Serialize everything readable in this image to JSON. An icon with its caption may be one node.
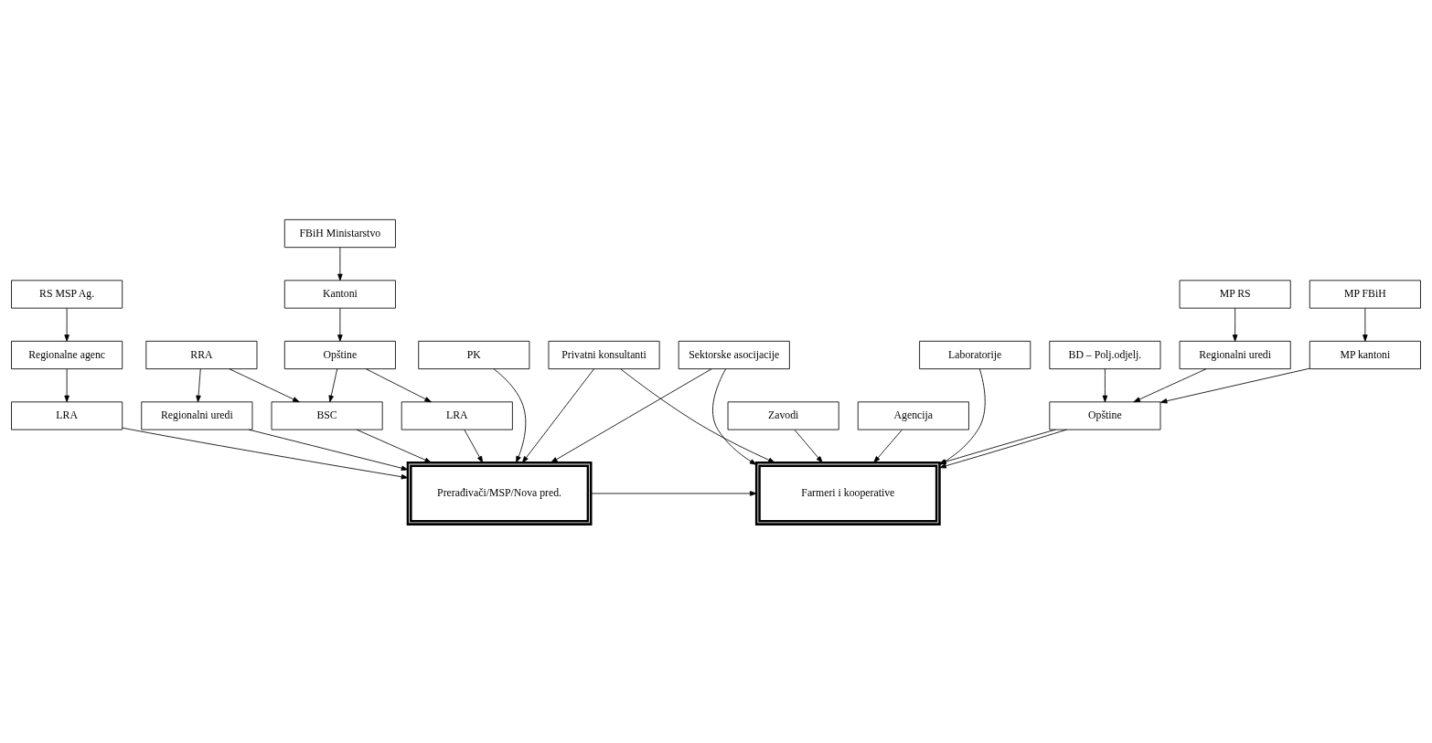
{
  "diagram": {
    "nodes": [
      {
        "text": [
          "MP FBiH"
        ]
      },
      {
        "text": [
          "MP RS"
        ]
      },
      {
        "text": [
          "BD – Polj.odjelj."
        ]
      },
      {
        "text": [
          "RS MSP Ag."
        ]
      },
      {
        "text": [
          "FBiH Ministarstvo"
        ]
      },
      {
        "text": [
          "MP kantoni"
        ]
      },
      {
        "text": [
          "Regionalni uredi"
        ]
      },
      {
        "text": [
          "Regionalne agenc"
        ]
      },
      {
        "text": [
          "Kantoni"
        ]
      },
      {
        "text": [
          "Zavodi"
        ]
      },
      {
        "text": [
          "Agencija"
        ]
      },
      {
        "text": [
          "LRA"
        ]
      },
      {
        "text": [
          "Opštine"
        ]
      },
      {
        "text": [
          "Opštine"
        ]
      },
      {
        "text": [
          "LRA"
        ]
      },
      {
        "text": [
          "Farmeri i kooperative"
        ]
      },
      {
        "text": [
          "Prerađivači/MSP/Nova pred."
        ]
      },
      {
        "text": [
          "BSC"
        ]
      },
      {
        "text": [
          "Regionalni uredi"
        ]
      },
      {
        "text": [
          "Laboratorije"
        ]
      },
      {
        "text": [
          "Privatni konsultanti"
        ]
      },
      {
        "text": [
          "Sektorske asocijacije"
        ]
      },
      {
        "text": [
          "PK"
        ]
      },
      {
        "text": [
          "RRA"
        ]
      }
    ],
    "edges": [
      {
        "from": 0,
        "to": 5,
        "arrow": "to"
      },
      {
        "from": 1,
        "to": 6,
        "arrow": "to"
      },
      {
        "from": 5,
        "to": 12,
        "arrow": "to"
      },
      {
        "from": 6,
        "to": 12,
        "arrow": "to"
      },
      {
        "from": 2,
        "to": 12,
        "arrow": "to"
      },
      {
        "from": 12,
        "to": 15,
        "arrow": "to"
      },
      {
        "from": 12,
        "to": 15,
        "arrow": "to"
      },
      {
        "from": 9,
        "to": 15,
        "arrow": "to"
      },
      {
        "from": 19,
        "to": 15,
        "arrow": "to"
      },
      {
        "from": 10,
        "to": 15,
        "arrow": "to"
      },
      {
        "from": 16,
        "to": 15,
        "arrow": "to"
      },
      {
        "from": 20,
        "to": 15,
        "arrow": "to"
      },
      {
        "from": 20,
        "to": 16,
        "arrow": "to"
      },
      {
        "from": 21,
        "to": 15,
        "arrow": "to"
      },
      {
        "from": 21,
        "to": 16,
        "arrow": "to"
      },
      {
        "from": 3,
        "to": 7,
        "arrow": "to"
      },
      {
        "from": 7,
        "to": 11,
        "arrow": "to"
      },
      {
        "from": 11,
        "to": 16,
        "arrow": "to"
      },
      {
        "from": 4,
        "to": 8,
        "arrow": "to"
      },
      {
        "from": 8,
        "to": 13,
        "arrow": "to"
      },
      {
        "from": 13,
        "to": 14,
        "arrow": "to"
      },
      {
        "from": 14,
        "to": 16,
        "arrow": "to"
      },
      {
        "from": 13,
        "to": 17,
        "arrow": "to"
      },
      {
        "from": 17,
        "to": 16,
        "arrow": "to"
      },
      {
        "from": 23,
        "to": 17,
        "arrow": "to"
      },
      {
        "from": 23,
        "to": 18,
        "arrow": "to"
      },
      {
        "from": 18,
        "to": 16,
        "arrow": "to"
      },
      {
        "from": 22,
        "to": 16,
        "arrow": "to"
      }
    ]
  }
}
